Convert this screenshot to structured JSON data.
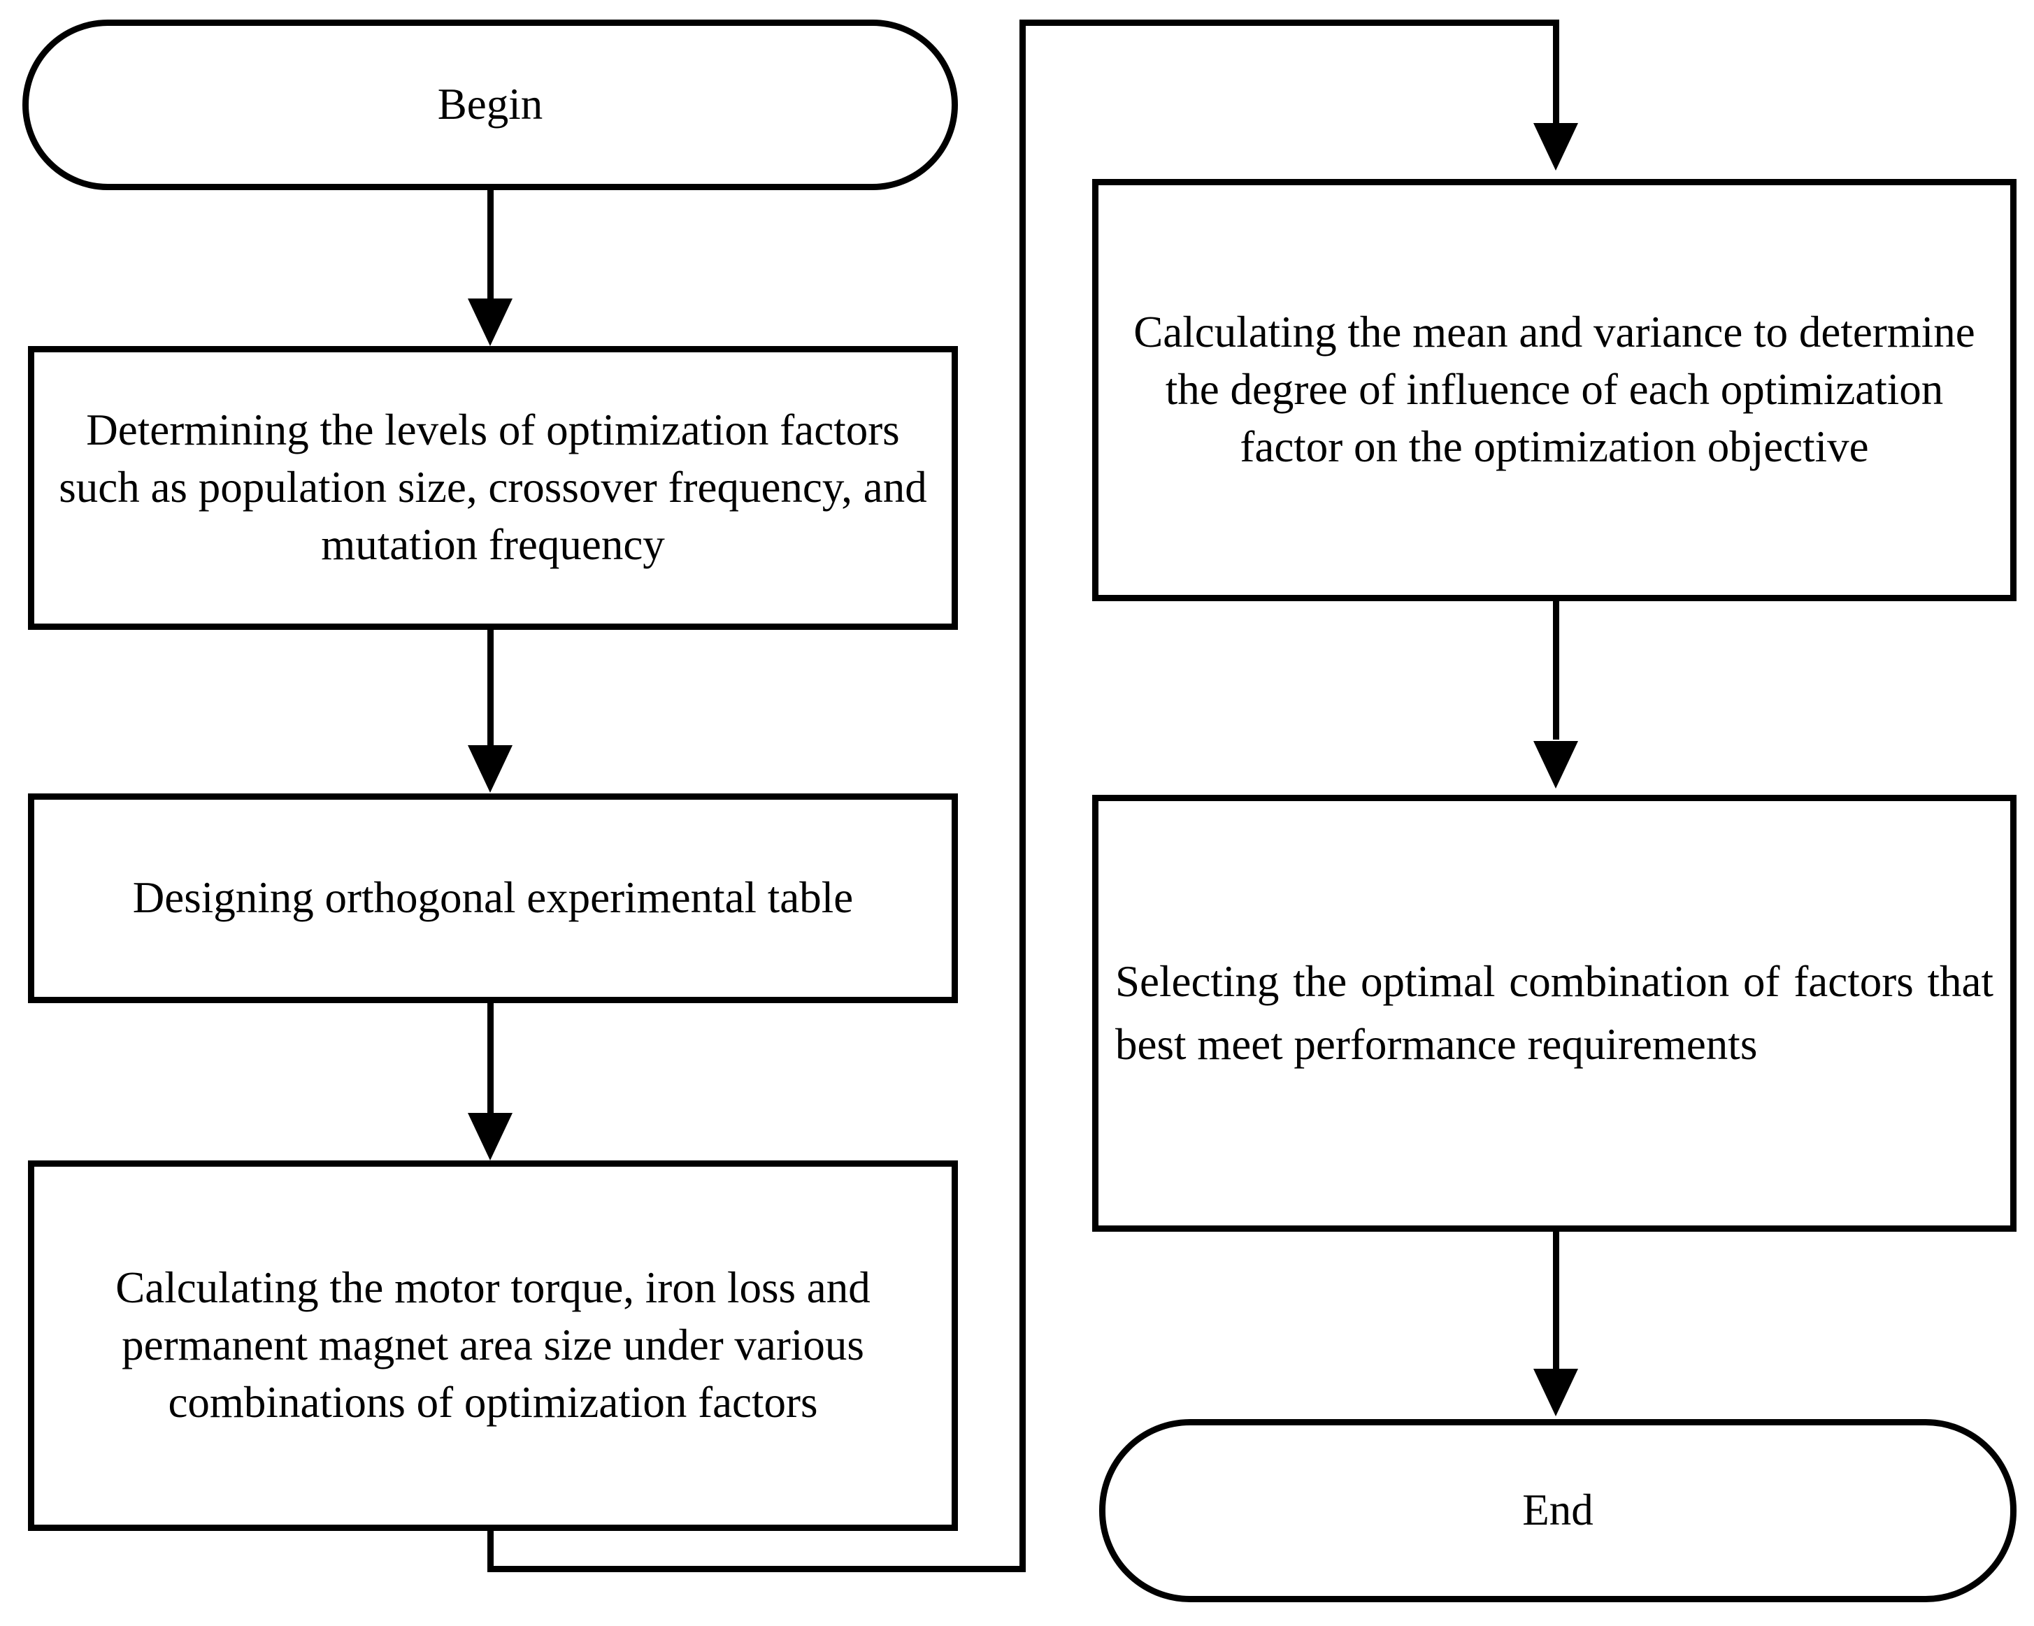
{
  "diagram": {
    "title": "Orthogonal experiment optimization flowchart",
    "type": "flowchart",
    "background_color": "#ffffff",
    "line_color": "#000000",
    "text_color": "#000000"
  },
  "nodes": {
    "begin": {
      "id": "begin",
      "shape": "terminal",
      "label": "Begin"
    },
    "step1": {
      "id": "step1",
      "shape": "process",
      "label": "Determining the levels of optimization factors such as population size, crossover frequency, and mutation frequency"
    },
    "step2": {
      "id": "step2",
      "shape": "process",
      "label": "Designing orthogonal experimental table"
    },
    "step3": {
      "id": "step3",
      "shape": "process",
      "label": "Calculating the motor torque, iron loss and permanent magnet area size under various combinations of optimization factors"
    },
    "step4": {
      "id": "step4",
      "shape": "process",
      "label": "Calculating the mean and variance to determine the degree of influence of each optimization factor on the optimization objective"
    },
    "step5": {
      "id": "step5",
      "shape": "process",
      "label": "Selecting the optimal combination of factors that best meet performance requirements"
    },
    "end": {
      "id": "end",
      "shape": "terminal",
      "label": "End"
    }
  },
  "edges": [
    {
      "from": "begin",
      "to": "step1",
      "style": "straight-down",
      "arrow": true
    },
    {
      "from": "step1",
      "to": "step2",
      "style": "straight-down",
      "arrow": true
    },
    {
      "from": "step2",
      "to": "step3",
      "style": "straight-down",
      "arrow": true
    },
    {
      "from": "step3",
      "to": "step4",
      "style": "orthogonal-wrap",
      "arrow": true
    },
    {
      "from": "step4",
      "to": "step5",
      "style": "straight-down",
      "arrow": true
    },
    {
      "from": "step5",
      "to": "end",
      "style": "straight-down",
      "arrow": true
    }
  ]
}
